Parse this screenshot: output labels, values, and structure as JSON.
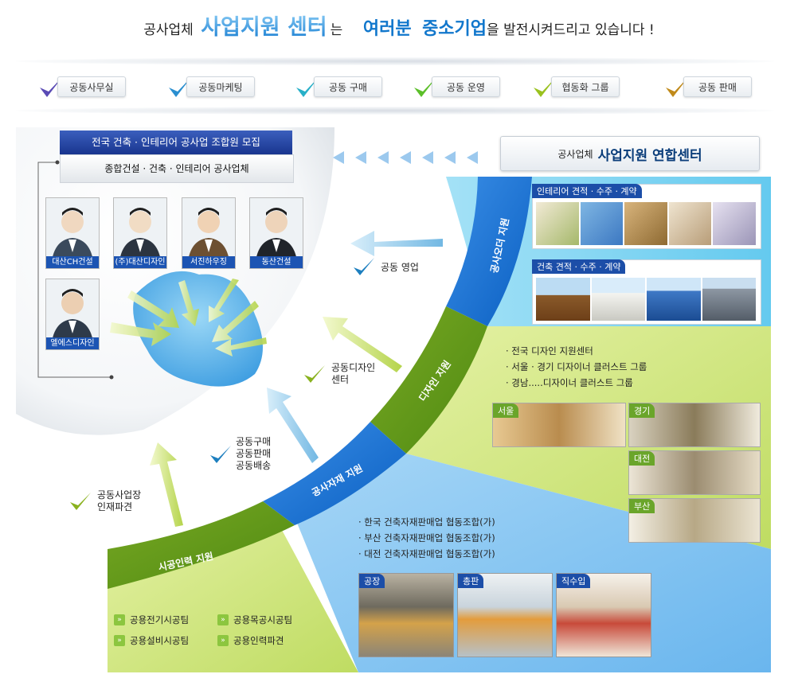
{
  "header": {
    "part1": "공사업체",
    "big": "사업지원 센터",
    "part2": "는",
    "blue1": "여러분",
    "blue2": "중소기업",
    "part3": "을 발전시켜드리고 있습니다 !"
  },
  "nav": {
    "items": [
      {
        "label": "공동사무실",
        "color": "#5a4bb5"
      },
      {
        "label": "공동마케팅",
        "color": "#2a8fd0"
      },
      {
        "label": "공동 구매",
        "color": "#28b0c8"
      },
      {
        "label": "공동 운영",
        "color": "#5cbf2a"
      },
      {
        "label": "협동화 그룹",
        "color": "#9ac21f"
      },
      {
        "label": "공동 판매",
        "color": "#c08a1a"
      }
    ]
  },
  "recruit": {
    "title": "전국 건축 · 인테리어 공사업 조합원 모집",
    "subtitle": "종합건설 · 건축 · 인테리어 공사업체",
    "members": [
      "대산CH건설",
      "(주)대산디자인",
      "서진하우징",
      "동산건설",
      "엘에스디자인"
    ]
  },
  "center": {
    "small": "공사업체",
    "big": "사업지원 연합센터"
  },
  "flows": {
    "sales": "공동  영업",
    "design_l1": "공동디자인",
    "design_l2": "센터",
    "buy_l1": "공동구매",
    "buy_l2": "공동판매",
    "buy_l3": "공동배송",
    "site_l1": "공동사업장",
    "site_l2": "인재파견"
  },
  "bands": {
    "order": "공사오더 지원",
    "design": "디자인 지원",
    "material": "공사자재 지원",
    "labor": "시공인력 지원"
  },
  "order": {
    "interior_tag": "인테리어 견적 · 수주 · 계약",
    "building_tag": "건축 견적 · 수주 · 계약"
  },
  "design": {
    "bullets": [
      "· 전국 디자인 지원센터",
      "· 서울 · 경기 디자이너 클러스트 그룹",
      "· 경남.....디자이너 클러스트 그룹"
    ],
    "regions": [
      "서울",
      "경기",
      "대전",
      "부산"
    ]
  },
  "material": {
    "bullets": [
      "· 한국 건축자재판매업 협동조합(가)",
      "· 부산 건축자재판매업 협동조합(가)",
      "· 대전 건축자재판매업 협동조합(가)"
    ],
    "photos": [
      "공장",
      "총판",
      "직수입"
    ]
  },
  "labor": {
    "items": [
      "공용전기시공팀",
      "공용목공시공팀",
      "공용설비시공팀",
      "공용인력파견"
    ]
  }
}
